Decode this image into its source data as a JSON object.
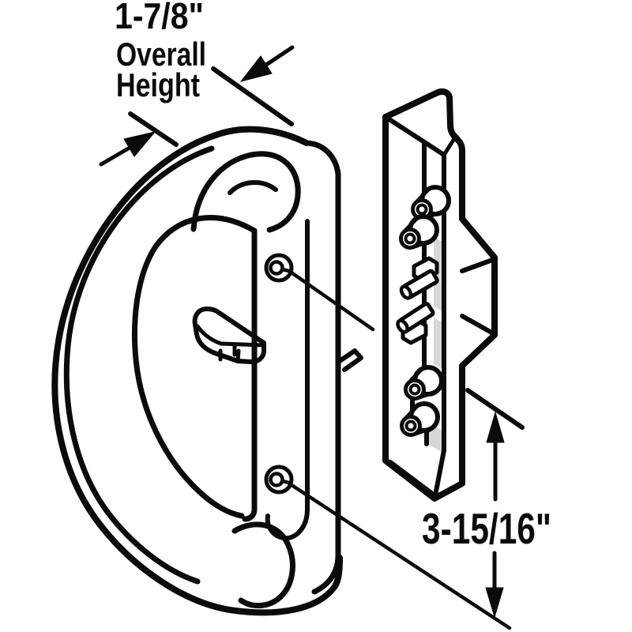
{
  "figure": {
    "type": "technical-line-drawing",
    "subject": "sliding patio door handle set with inside mounting bracket",
    "background_color": "#ffffff",
    "line_color": "#0b0b0b",
    "shade_color": "#d7d7d7",
    "dimensions": {
      "overall_height": {
        "value": "1-7/8\"",
        "caption_line1": "Overall",
        "caption_line2": "Height"
      },
      "bracket_height": {
        "value": "3-15/16\""
      }
    }
  }
}
